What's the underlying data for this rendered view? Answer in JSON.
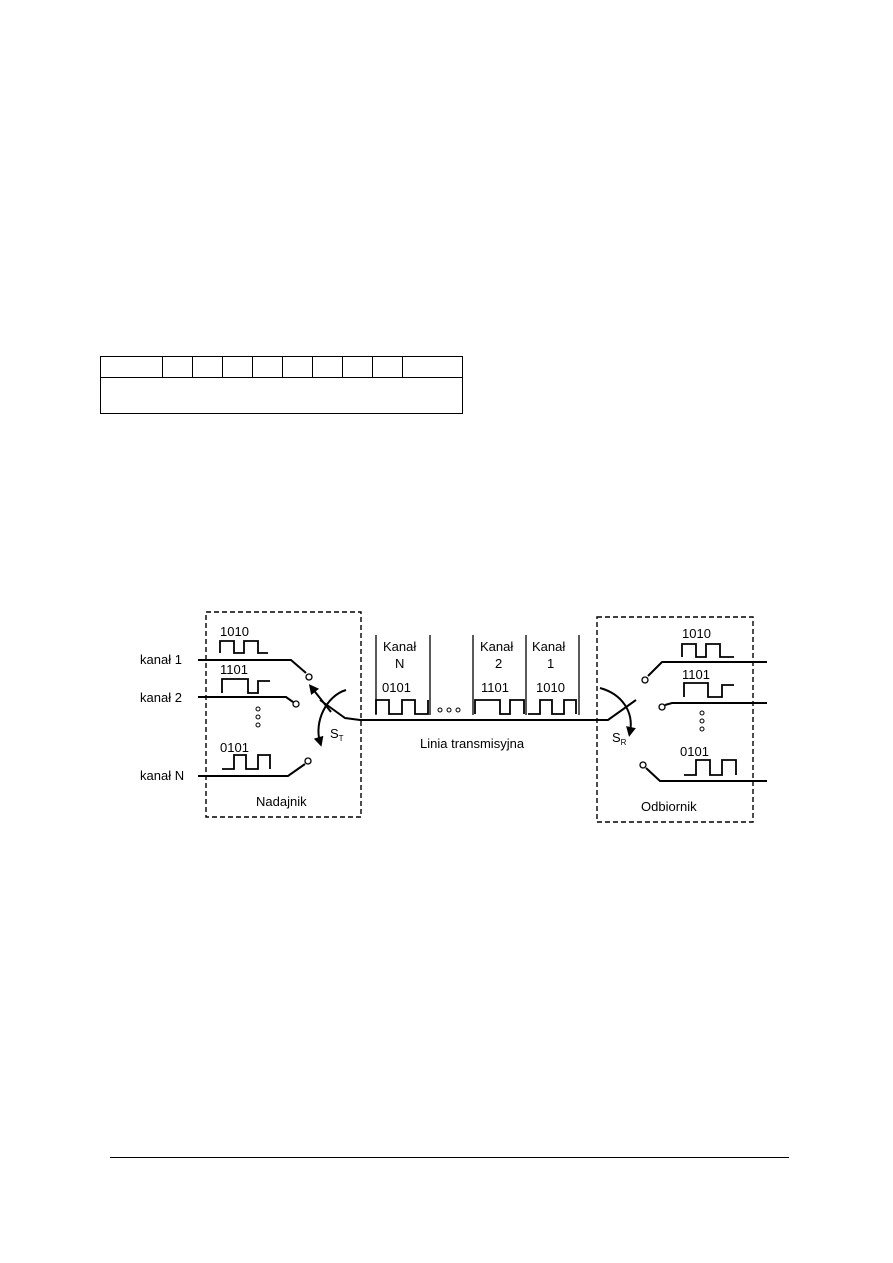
{
  "transmitter": {
    "label": "Nadajnik",
    "switch_label": "S",
    "switch_subscript": "T",
    "inputs": [
      {
        "name": "kanał 1",
        "bits": "1010"
      },
      {
        "name": "kanał 2",
        "bits": "1101"
      },
      {
        "name": "kanał N",
        "bits": "0101"
      }
    ]
  },
  "receiver": {
    "label": "Odbiornik",
    "switch_label": "S",
    "switch_subscript": "R",
    "outputs": [
      {
        "bits": "1010"
      },
      {
        "bits": "1101"
      },
      {
        "bits": "0101"
      }
    ]
  },
  "line": {
    "label": "Linia transmisyjna",
    "slots": [
      {
        "title": "Kanał",
        "number": "N",
        "bits": "0101"
      },
      {
        "title": "Kanał",
        "number": "2",
        "bits": "1101"
      },
      {
        "title": "Kanał",
        "number": "1",
        "bits": "1010"
      }
    ]
  }
}
